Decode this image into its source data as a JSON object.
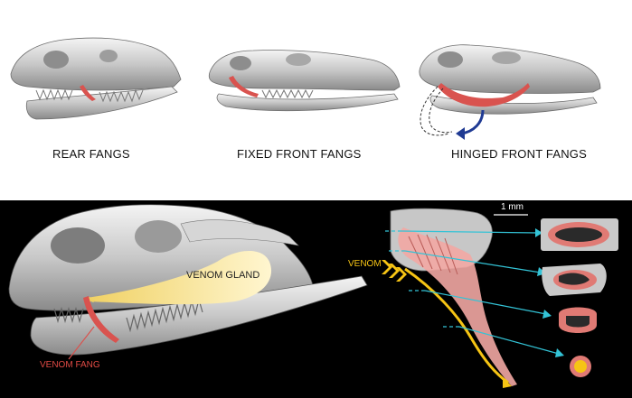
{
  "top_panel": {
    "captions": [
      "REAR FANGS",
      "FIXED FRONT FANGS",
      "HINGED FRONT FANGS"
    ]
  },
  "bottom_panel": {
    "venom_gland_label": "VENOM GLAND",
    "venom_fang_label": "VENOM FANG",
    "venom_label": "VENOM",
    "scale_bar_label": "1 mm"
  },
  "colors": {
    "fang": "#d9534f",
    "fang_light": "#f2a7a3",
    "gland": "#f5dc7a",
    "venom_flow": "#f6c414",
    "guide_line": "#33c3d6",
    "rotation_arrow": "#1f3a93",
    "bone": "#bdbdbd"
  }
}
